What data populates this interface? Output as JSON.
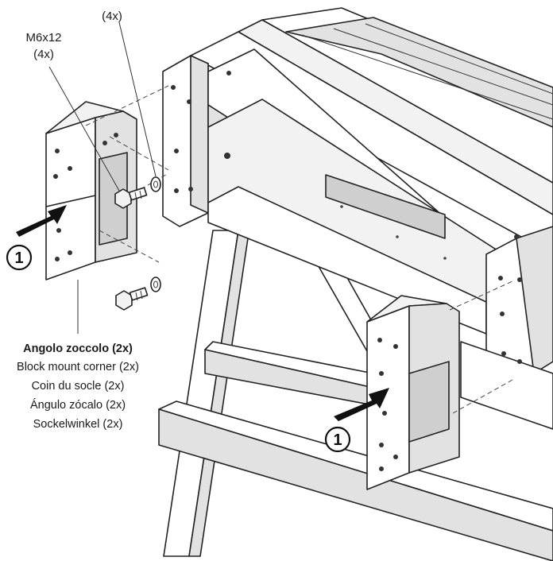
{
  "callouts": {
    "screw_label": "M6x12",
    "screw_qty": "(4x)",
    "washer_qty": "(4x)",
    "step_number": "1"
  },
  "part_names": {
    "italian": "Angolo zoccolo (2x)",
    "english": "Block mount corner (2x)",
    "french": "Coin du socle (2x)",
    "spanish": "Ángulo zócalo (2x)",
    "german": "Sockelwinkel (2x)"
  },
  "icons": [
    "arrow-icon",
    "step-circle-icon",
    "screw-icon",
    "washer-icon"
  ]
}
